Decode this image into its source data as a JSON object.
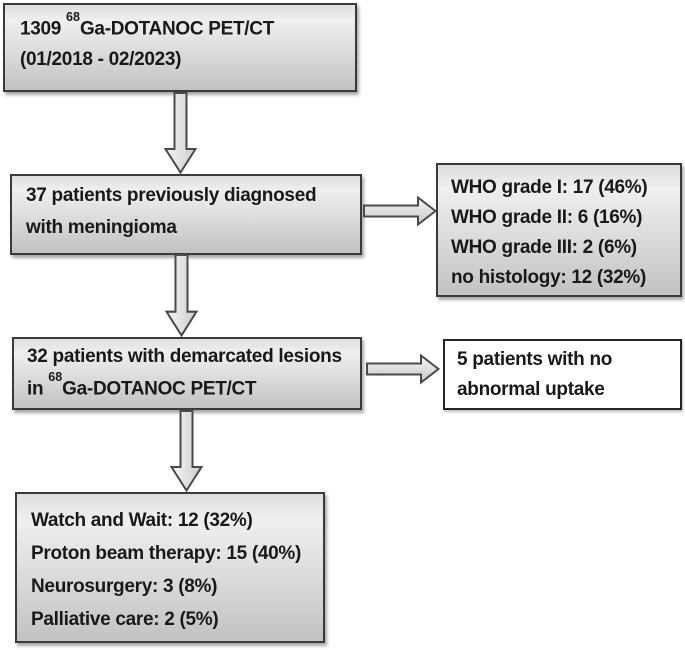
{
  "figure": {
    "type": "flowchart",
    "boxes": {
      "scan_total": {
        "line1_pre": "1309 ",
        "line1_sup": "68",
        "line1_post": "Ga-DOTANOC PET/CT",
        "line2": "(01/2018 - 02/2023)"
      },
      "diagnosed": {
        "line1": "37 patients previously diagnosed",
        "line2": "with meningioma"
      },
      "who_grades": {
        "lines": [
          "WHO grade I: 17 (46%)",
          "WHO grade II: 6 (16%)",
          "WHO grade III: 2 (6%)",
          "no histology: 12 (32%)"
        ]
      },
      "lesions": {
        "line1": "32 patients with demarcated lesions",
        "line2_pre": "in ",
        "line2_sup": "68",
        "line2_post": "Ga-DOTANOC PET/CT"
      },
      "no_uptake": {
        "line1": "5 patients with no",
        "line2": "abnormal uptake"
      },
      "management": {
        "lines": [
          "Watch and Wait: 12 (32%)",
          "Proton beam therapy: 15 (40%)",
          "Neurosurgery: 3 (8%)",
          "Palliative care: 2 (5%)"
        ]
      }
    },
    "colors": {
      "box_border": "#3a3a3a",
      "box_fill_top": "#dedede",
      "box_fill_mid": "#efefef",
      "box_fill_bottom": "#c2c2c2",
      "white_box_bg": "#ffffff",
      "arrow_border": "#4a4a4a",
      "arrow_fill_light": "#f5f5f5",
      "arrow_fill_dark": "#cdcdcd",
      "text": "#191919"
    }
  }
}
